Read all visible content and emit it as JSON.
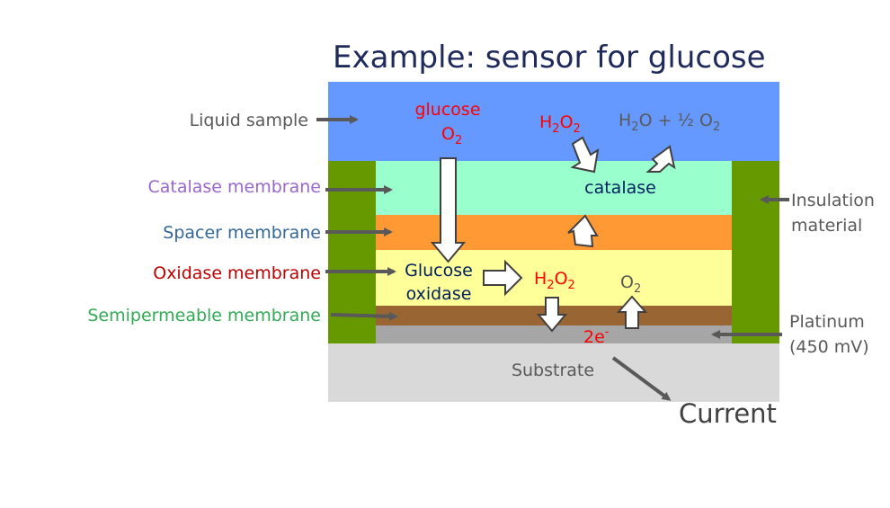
{
  "title": "Example: sensor for glucose",
  "colors": {
    "title": "#1f2a5c",
    "liquid": "#6699ff",
    "catalase": "#99ffcc",
    "spacer": "#ff9933",
    "oxidase": "#ffff99",
    "semipermeable": "#996633",
    "platinum": "#a6a6a6",
    "substrate": "#d9d9d9",
    "insulation": "#669900",
    "red": "#ff0000",
    "navy": "#002060",
    "gray_text": "#595959",
    "catalase_label": "#9966cc",
    "spacer_label": "#336699",
    "oxidase_label": "#c00000",
    "semipermeable_label": "#33aa55",
    "arrow": "#595959"
  },
  "left_labels": {
    "liquid": "Liquid sample",
    "catalase": "Catalase membrane",
    "spacer": "Spacer membrane",
    "oxidase": "Oxidase membrane",
    "semipermeable": "Semipermeable membrane"
  },
  "right_labels": {
    "insulation_1": "Insulation",
    "insulation_2": "material",
    "platinum_1": "Platinum",
    "platinum_2": "(450 mV)"
  },
  "inner": {
    "glucose": "glucose",
    "o2_main": "O",
    "o2_main_sub": "2",
    "h2o2_top_h": "H",
    "h2o2_top_s1": "2",
    "h2o2_top_o": "O",
    "h2o2_top_s2": "2",
    "products": "H",
    "products_sub": "2",
    "products_rest": "O + ½ O",
    "products_sub2": "2",
    "catalase": "catalase",
    "glucose_oxidase_1": "Glucose",
    "glucose_oxidase_2": "oxidase",
    "h2o2_mid_h": "H",
    "h2o2_mid_s1": "2",
    "h2o2_mid_o": "O",
    "h2o2_mid_s2": "2",
    "o2_low": "O",
    "o2_low_sub": "2",
    "electrons": "2e",
    "electrons_sup": "-",
    "substrate": "Substrate",
    "current": "Current"
  }
}
